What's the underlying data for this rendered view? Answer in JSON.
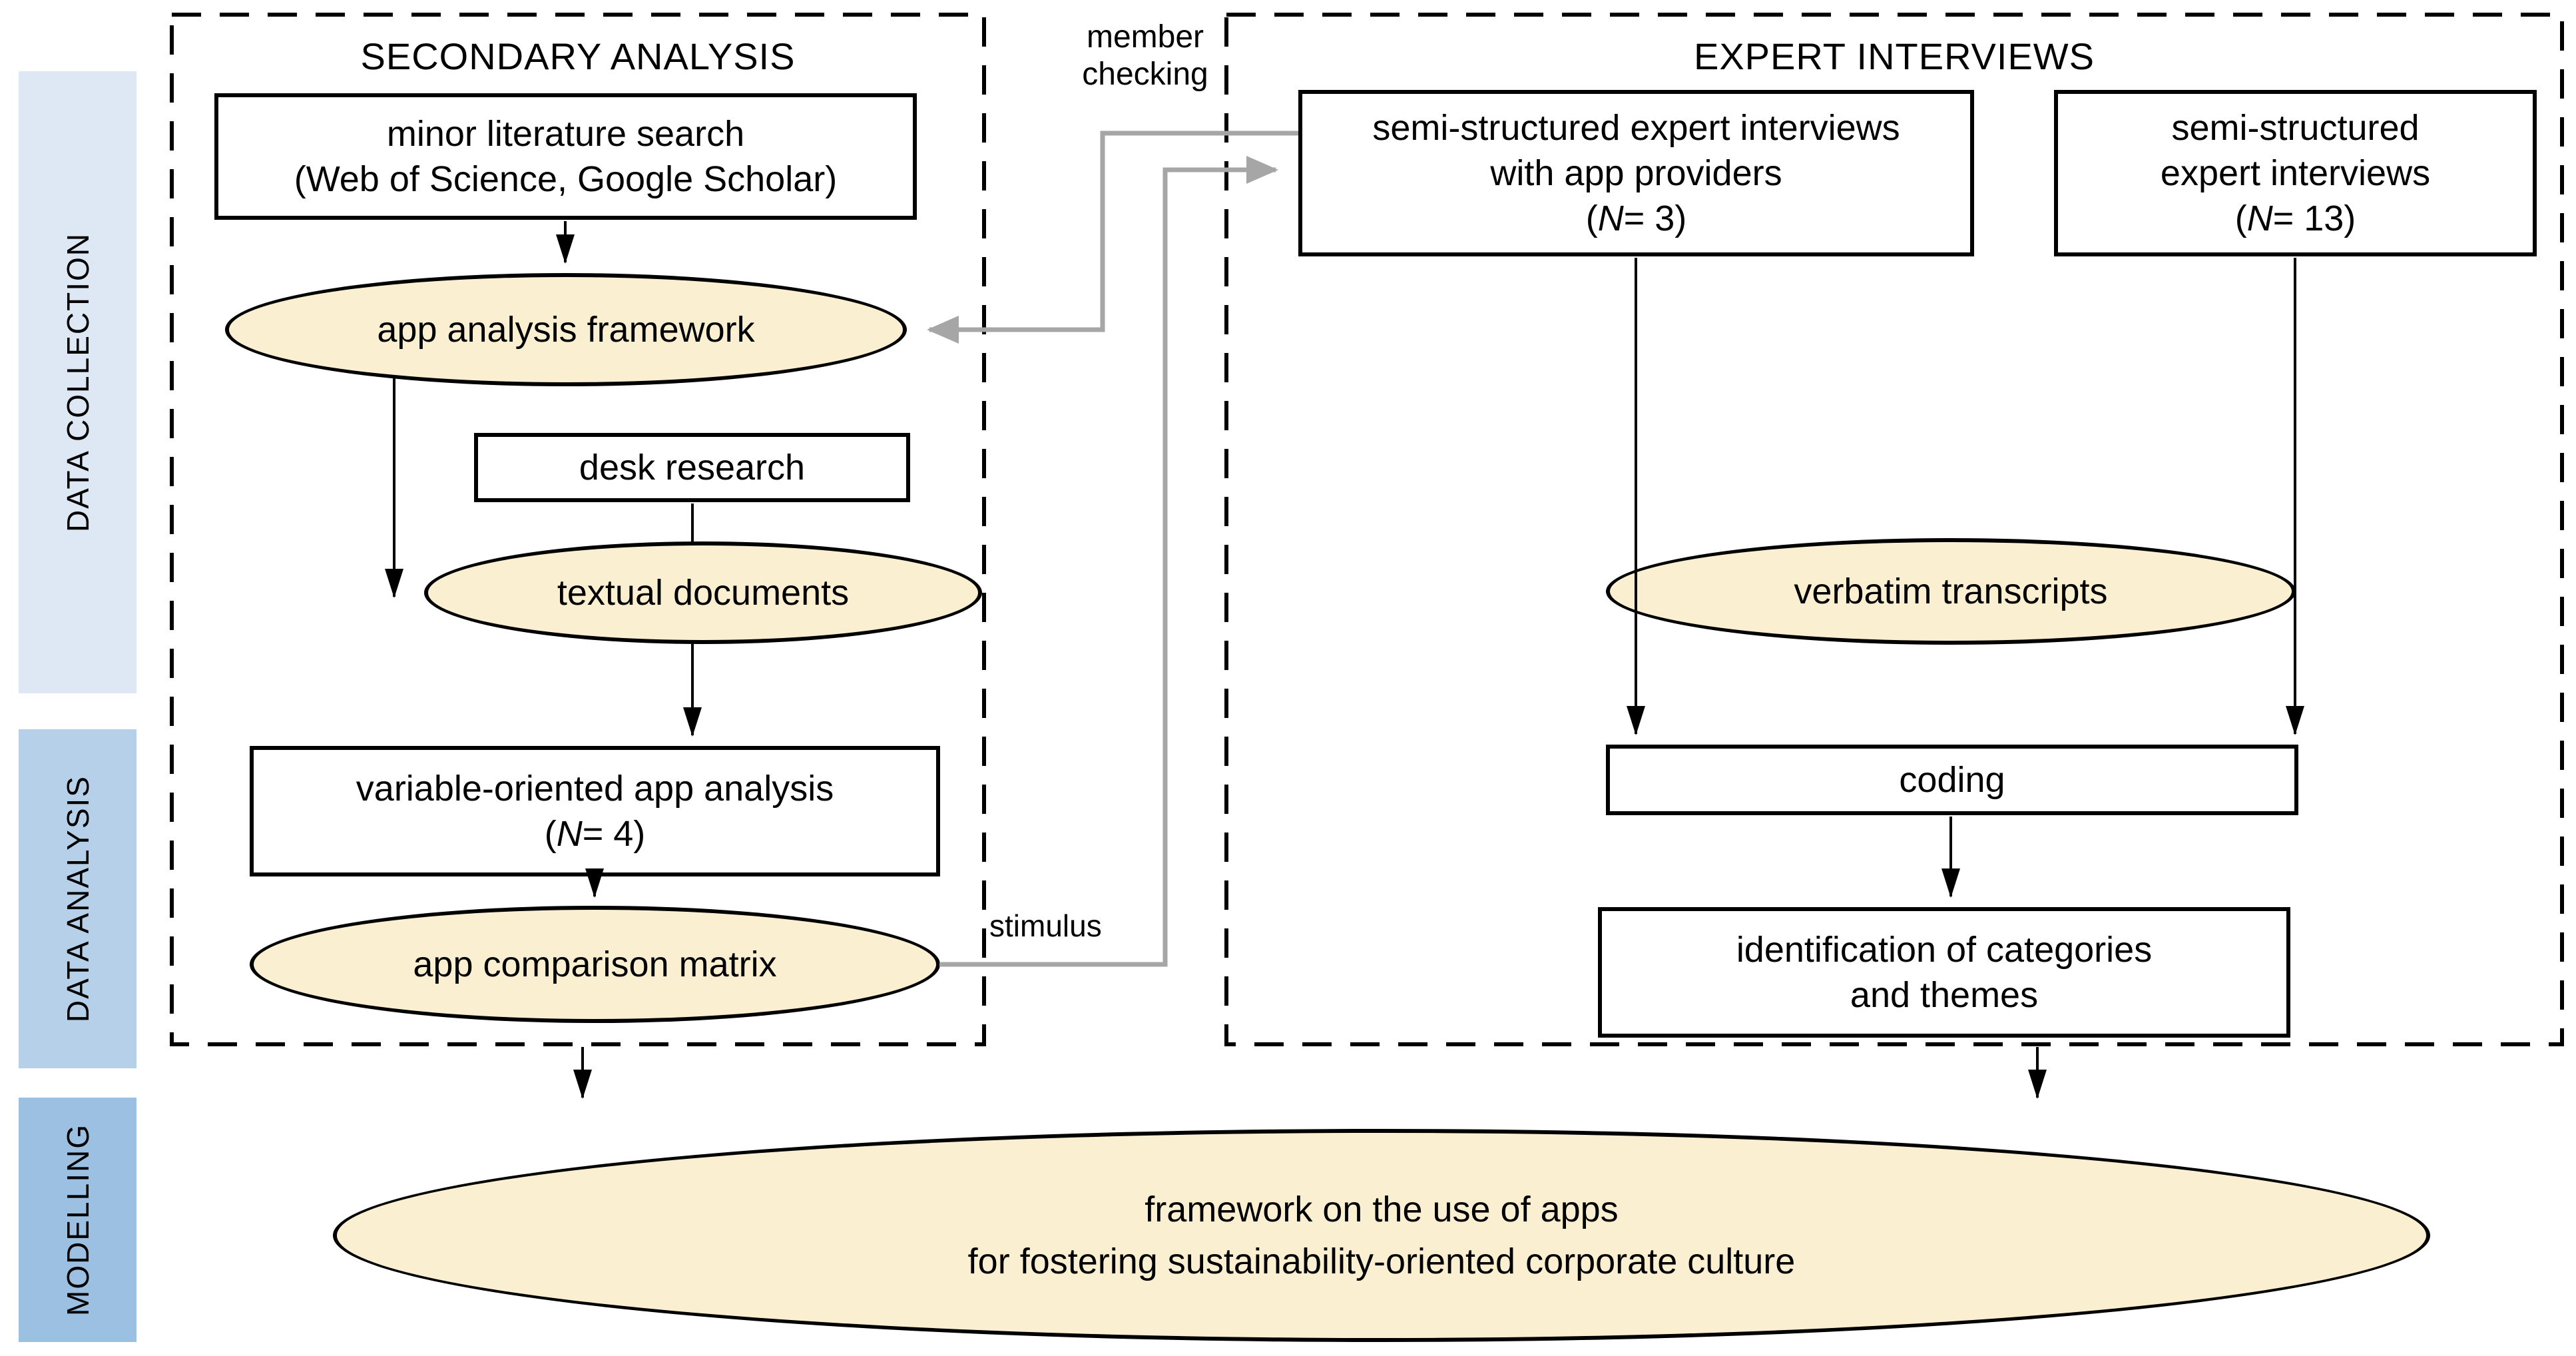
{
  "diagram_title": "research methodology flow diagram",
  "colors": {
    "phase_data_collection_fill": "#DEE8F4",
    "phase_data_analysis_fill": "#B5D0E8",
    "phase_modelling_fill": "#9CC0E2",
    "artifact_ellipse_fill": "#FBEFD1",
    "connector_gray": "#A6A6A6",
    "line_black": "#000000"
  },
  "phases": [
    {
      "label": "DATA COLLECTION"
    },
    {
      "label": "DATA ANALYSIS"
    },
    {
      "label": "MODELLING"
    }
  ],
  "sections": {
    "secondary": {
      "title": "SECONDARY ANALYSIS"
    },
    "expert": {
      "title": "EXPERT INTERVIEWS"
    }
  },
  "connector_labels": {
    "member_checking_line1": "member",
    "member_checking_line2": "checking",
    "stimulus": "stimulus"
  },
  "nodes": {
    "minor_lit": {
      "line1": "minor literature search",
      "line2": "(Web of Science, Google Scholar)"
    },
    "app_framework": {
      "label": "app analysis framework"
    },
    "desk_research": {
      "label": "desk research"
    },
    "textual_docs": {
      "label": "textual documents"
    },
    "variable_analysis": {
      "line1": "variable-oriented app analysis",
      "n_open": "(",
      "n": "N",
      "n_rest": "= 4)"
    },
    "app_matrix": {
      "label": "app comparison matrix"
    },
    "providers": {
      "line1": "semi-structured expert interviews",
      "line2": "with app providers",
      "n_open": "(",
      "n": "N",
      "n_rest": "= 3)"
    },
    "experts13": {
      "line1": "semi-structured",
      "line2": "expert interviews",
      "n_open": "(",
      "n": "N",
      "n_rest": "= 13)"
    },
    "verbatim": {
      "label": "verbatim transcripts"
    },
    "coding": {
      "label": "coding"
    },
    "identification": {
      "line1": "identification of categories",
      "line2": "and themes"
    },
    "framework_final": {
      "line1": "framework on the use of apps",
      "line2": "for fostering sustainability-oriented corporate culture"
    }
  }
}
